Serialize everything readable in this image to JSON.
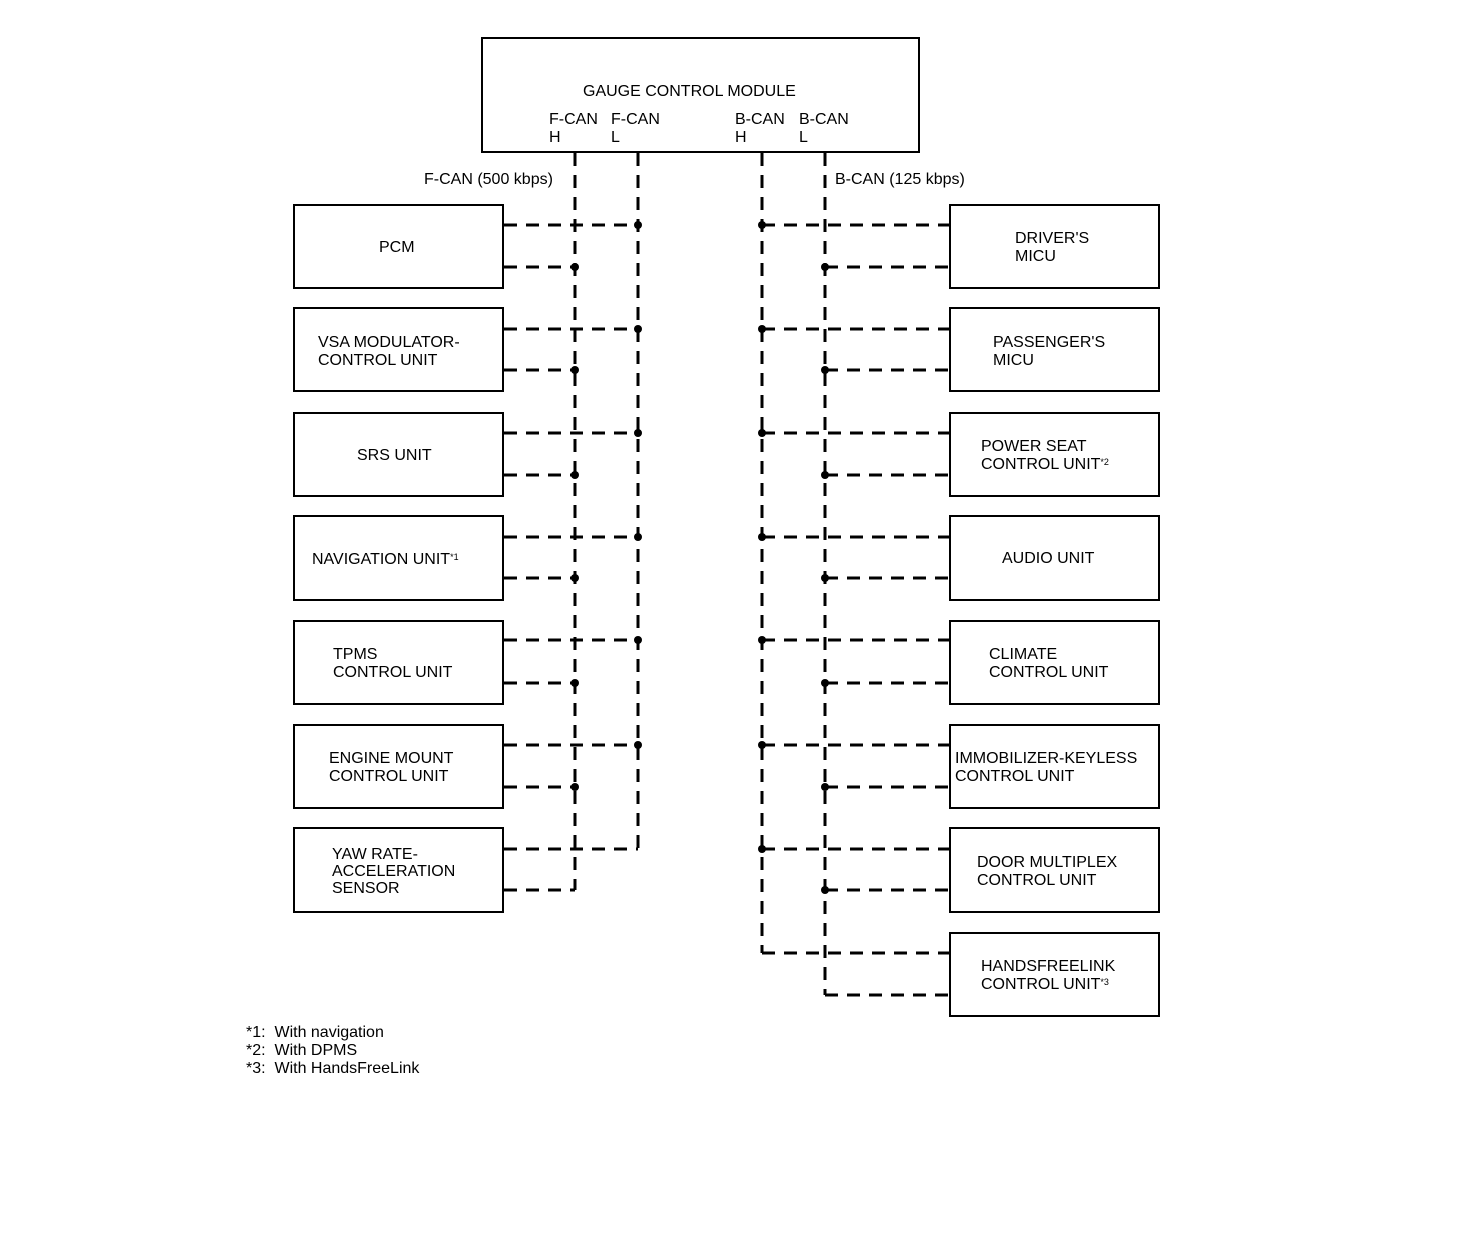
{
  "gauge": {
    "title": "GAUGE CONTROL MODULE",
    "fcan_h_line1": "F-CAN",
    "fcan_h_line2": "H",
    "fcan_l_line1": "F-CAN",
    "fcan_l_line2": "L",
    "bcan_h_line1": "B-CAN",
    "bcan_h_line2": "H",
    "bcan_l_line1": "B-CAN",
    "bcan_l_line2": "L"
  },
  "bus_labels": {
    "fcan": "F-CAN (500 kbps)",
    "bcan": "B-CAN (125 kbps)"
  },
  "left_units": [
    {
      "line1": "PCM",
      "line2": "",
      "line3": "",
      "note": ""
    },
    {
      "line1": "VSA MODULATOR-",
      "line2": "CONTROL UNIT",
      "line3": "",
      "note": ""
    },
    {
      "line1": "SRS UNIT",
      "line2": "",
      "line3": "",
      "note": ""
    },
    {
      "line1": "NAVIGATION UNIT",
      "line2": "",
      "line3": "",
      "note": "*1"
    },
    {
      "line1": "TPMS",
      "line2": "CONTROL UNIT",
      "line3": "",
      "note": ""
    },
    {
      "line1": "ENGINE MOUNT",
      "line2": "CONTROL UNIT",
      "line3": "",
      "note": ""
    },
    {
      "line1": "YAW RATE-",
      "line2": "ACCELERATION",
      "line3": "SENSOR",
      "note": ""
    }
  ],
  "right_units": [
    {
      "line1": "DRIVER'S",
      "line2": "MICU",
      "note": ""
    },
    {
      "line1": "PASSENGER'S",
      "line2": "MICU",
      "note": ""
    },
    {
      "line1": "POWER SEAT",
      "line2": "CONTROL UNIT",
      "note": "*2"
    },
    {
      "line1": "AUDIO UNIT",
      "line2": "",
      "note": ""
    },
    {
      "line1": "CLIMATE",
      "line2": "CONTROL UNIT",
      "note": ""
    },
    {
      "line1": "IMMOBILIZER-KEYLESS",
      "line2": "CONTROL UNIT",
      "note": ""
    },
    {
      "line1": "DOOR MULTIPLEX",
      "line2": "CONTROL UNIT",
      "note": ""
    },
    {
      "line1": "HANDSFREELINK",
      "line2": "CONTROL UNIT",
      "note": "*3"
    }
  ],
  "footnotes": [
    "*1:  With navigation",
    "*2:  With DPMS",
    "*3:  With HandsFreeLink"
  ]
}
